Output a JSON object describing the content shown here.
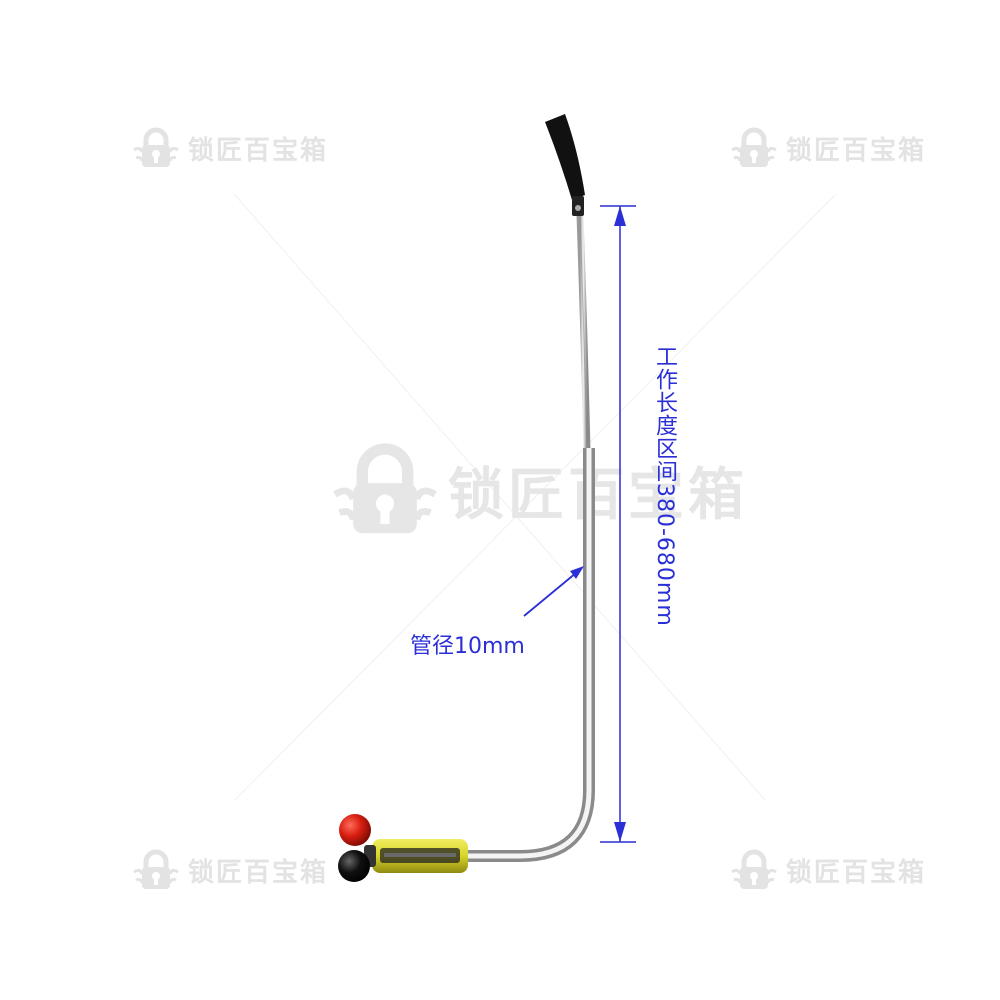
{
  "watermark": {
    "text": "锁匠百宝箱",
    "icon": "lock-logo-icon",
    "color": "#e3e3e3"
  },
  "annotations": {
    "working_length": "工作长度区间380-680mm",
    "pipe_diameter": "管径10mm",
    "color": "#2a2fd6"
  },
  "tool": {
    "handle_color": "#d8d42a",
    "knob_colors": [
      "#d81e10",
      "#111111"
    ],
    "grip_color": "#111111",
    "shaft_color": "#c9c9c9"
  }
}
